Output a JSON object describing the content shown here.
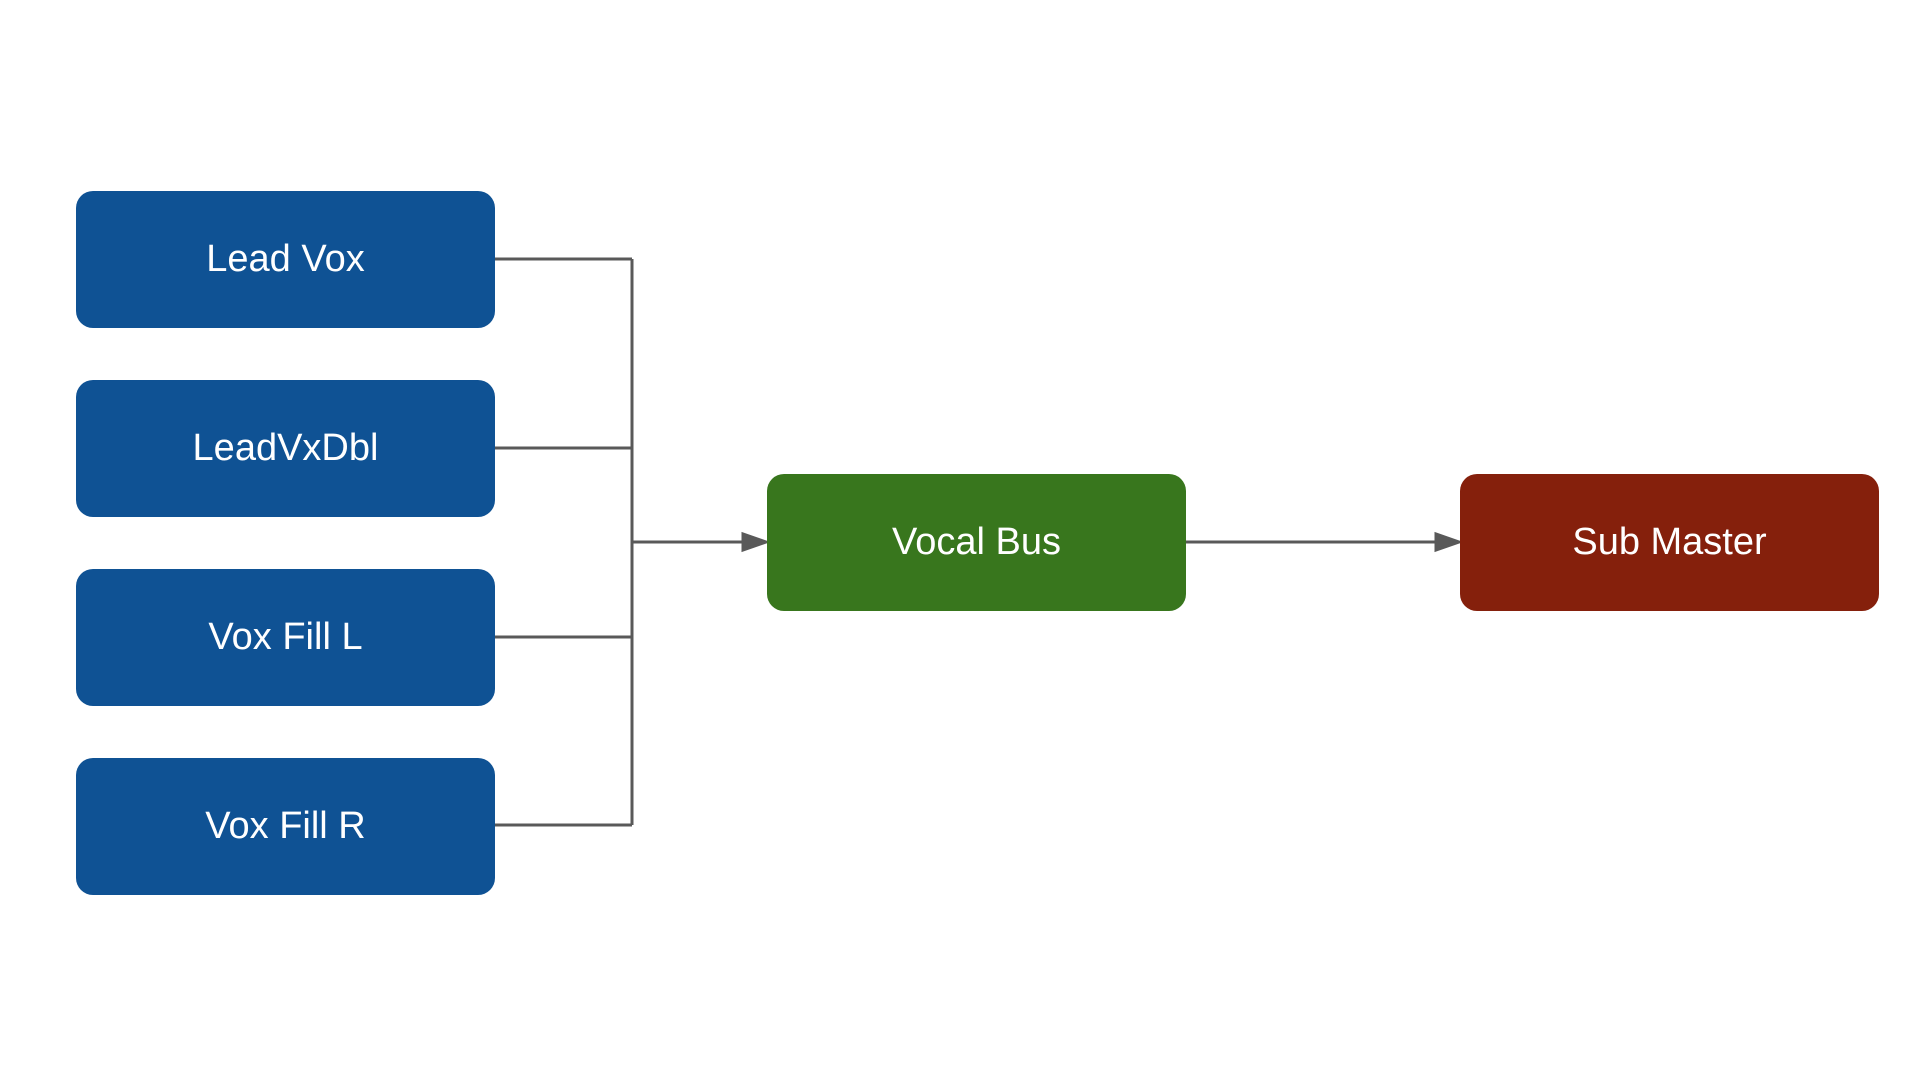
{
  "colors": {
    "source": "#0f5294",
    "bus": "#38761d",
    "master": "#85200c",
    "connector": "#595959",
    "text": "#ffffff",
    "background": "#ffffff"
  },
  "nodes": {
    "lead_vox": "Lead Vox",
    "leadvxdbl": "LeadVxDbl",
    "vox_fill_l": "Vox Fill L",
    "vox_fill_r": "Vox Fill R",
    "vocal_bus": "Vocal Bus",
    "sub_master": "Sub Master"
  },
  "edges": [
    {
      "from": "Lead Vox",
      "to": "Vocal Bus"
    },
    {
      "from": "LeadVxDbl",
      "to": "Vocal Bus"
    },
    {
      "from": "Vox Fill L",
      "to": "Vocal Bus"
    },
    {
      "from": "Vox Fill R",
      "to": "Vocal Bus"
    },
    {
      "from": "Vocal Bus",
      "to": "Sub Master"
    }
  ]
}
